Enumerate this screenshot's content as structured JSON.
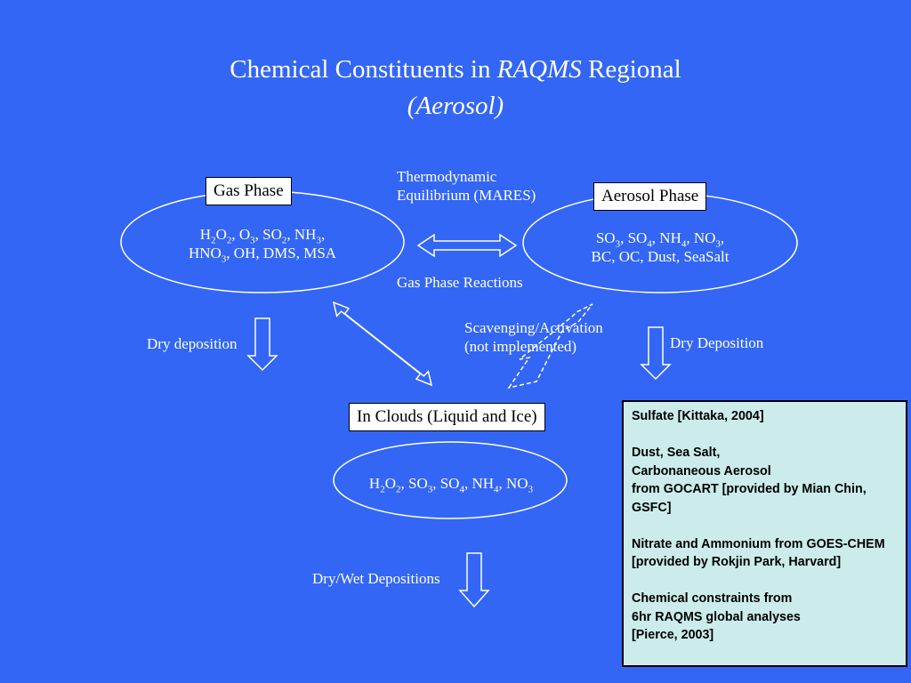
{
  "title": {
    "line1_prefix": "Chemical Constituents in ",
    "line1_italic": "RAQMS",
    "line1_suffix": " Regional",
    "line2": "(Aerosol)"
  },
  "gas_phase": {
    "label": "Gas Phase",
    "species_line1": [
      "H",
      "2",
      "O",
      "2",
      ", O",
      "3",
      ", SO",
      "2",
      ", NH",
      "3",
      ","
    ],
    "species_line2": [
      "HNO",
      "3",
      ", OH, DMS, MSA"
    ]
  },
  "aerosol_phase": {
    "label": "Aerosol Phase",
    "species_line1": [
      "SO",
      "3",
      ", SO",
      "4",
      ", NH",
      "4",
      ", NO",
      "3",
      ","
    ],
    "species_line2": "BC, OC, Dust, SeaSalt"
  },
  "clouds": {
    "label": "In Clouds (Liquid and Ice)",
    "species_line1": [
      "H",
      "2",
      "O",
      "2",
      ", SO",
      "3",
      ", SO",
      "4",
      ", NH",
      "4",
      ", NO",
      "3"
    ]
  },
  "labels": {
    "thermo_line1": "Thermodynamic",
    "thermo_line2": "Equilibrium (MARES)",
    "gas_reactions": "Gas Phase Reactions",
    "scavenging_line1": "Scavenging/Activation",
    "scavenging_line2": "(not implemented)",
    "dry_deposition_left": "Dry deposition",
    "dry_deposition_right": "Dry Deposition",
    "dry_wet": "Dry/Wet Depositions"
  },
  "info": {
    "p1": [
      "Sulfate [Kittaka, 2004]"
    ],
    "p2": [
      "Dust, Sea Salt,",
      "Carbonaneous  Aerosol",
      "from GOCART [provided by Mian Chin, GSFC]"
    ],
    "p3": [
      "Nitrate and Ammonium from GOES-CHEM [provided by Rokjin Park, Harvard]"
    ],
    "p4": [
      "Chemical constraints from",
      "6hr RAQMS global analyses",
      "[Pierce, 2003]"
    ]
  },
  "colors": {
    "background": "#3366f5",
    "line": "#ffffff",
    "info_bg": "#ccecec"
  }
}
